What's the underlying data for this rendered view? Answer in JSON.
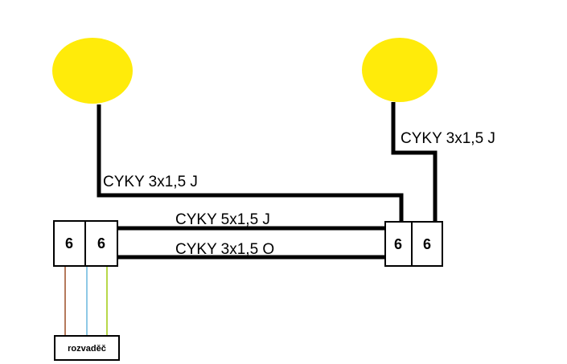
{
  "cables": {
    "left_lamp": "CYKY 3x1,5 J",
    "right_lamp": "CYKY 3x1,5 J",
    "top_link": "CYKY 5x1,5 J",
    "bottom_link": "CYKY 3x1,5 O"
  },
  "switches": {
    "left_a": "6",
    "left_b": "6",
    "right_a": "6",
    "right_b": "6"
  },
  "panel": {
    "label": "rozvaděč"
  },
  "colors": {
    "lamp": "#ffeb0a",
    "cable": "#000000",
    "wire_brown": "#b57a5c",
    "wire_blue": "#8fc9e6",
    "wire_green": "#b8d84a"
  }
}
